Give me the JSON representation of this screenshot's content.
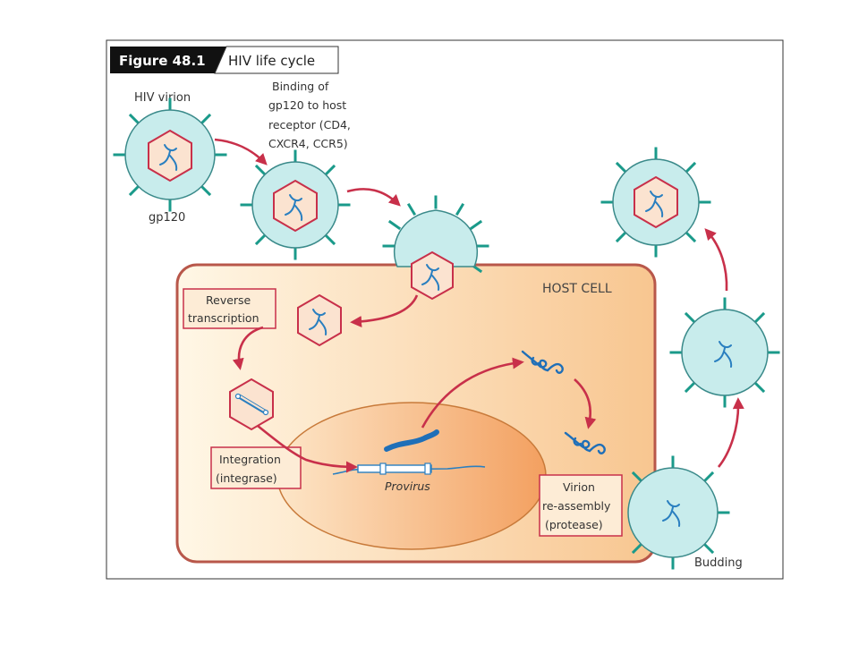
{
  "figure": {
    "number": "Figure 48.1",
    "title": "HIV life cycle"
  },
  "labels": {
    "hiv_virion": "HIV virion",
    "gp120": "gp120",
    "binding": [
      "Binding of",
      "gp120 to host",
      "receptor (CD4,",
      "CXCR4, CCR5)"
    ],
    "host_cell": "HOST CELL",
    "reverse_transcription": [
      "Reverse",
      "transcription"
    ],
    "integration": [
      "Integration",
      "(integrase)"
    ],
    "provirus": "Provirus",
    "virion_reassembly": [
      "Virion",
      "re-assembly",
      "(protease)"
    ],
    "budding": "Budding"
  },
  "colors": {
    "frame": "#333333",
    "virion_fill": "#c8ecec",
    "virion_stroke": "#3a8a8a",
    "spike": "#1a9a8a",
    "capsid_fill": "#fbe3d0",
    "capsid_stroke": "#c8304a",
    "rna": "#2a7fc0",
    "arrow": "#c8304a",
    "host_fill_light": "#fff6e0",
    "host_fill_dark": "#f9c890",
    "host_stroke": "#b8574a",
    "nucleus_light": "#fbe0c0",
    "nucleus_dark": "#f4a868",
    "nucleus_stroke": "#c87a3a",
    "box_stroke": "#c8304a",
    "box_fill": "#fdecd6"
  }
}
